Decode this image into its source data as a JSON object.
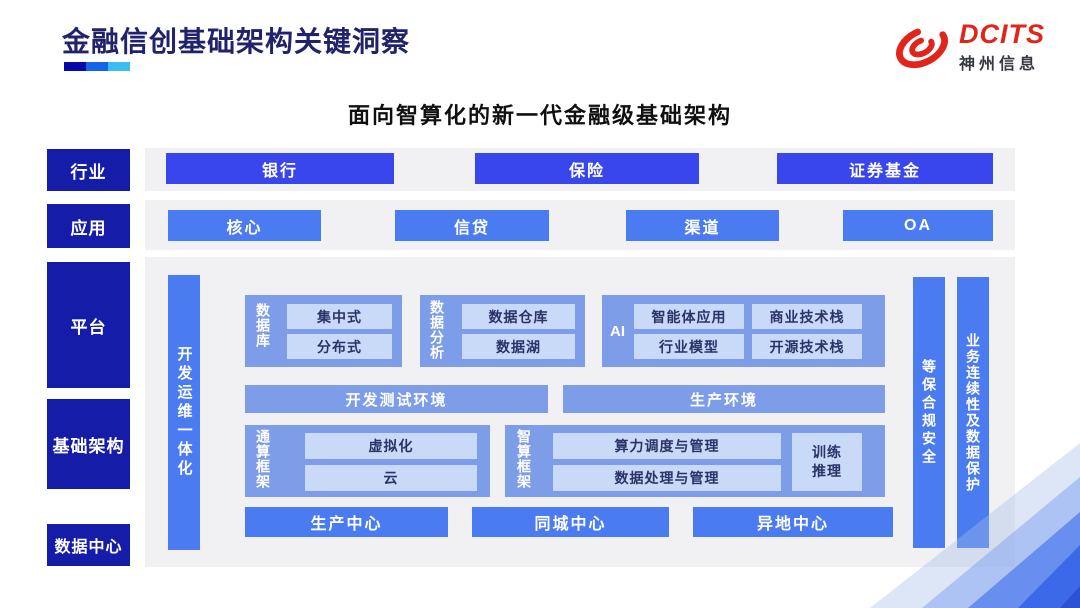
{
  "header": {
    "title": "金融信创基础架构关键洞察",
    "logo": {
      "brand": "DCITS",
      "company": "神州信息"
    }
  },
  "subtitle": "面向智算化的新一代金融级基础架构",
  "left_labels": {
    "industry": "行业",
    "application": "应用",
    "platform": "平台",
    "infrastructure": "基础架构",
    "datacenter": "数据中心"
  },
  "industry_row": {
    "items": [
      "银行",
      "保险",
      "证券基金"
    ]
  },
  "application_row": {
    "items": [
      "核心",
      "信贷",
      "渠道",
      "OA"
    ]
  },
  "platform": {
    "devops_bar": "开发运维一体化",
    "database_group": {
      "label": "数据库",
      "items": [
        "集中式",
        "分布式"
      ]
    },
    "analytics_group": {
      "label": "数据分析",
      "items": [
        "数据仓库",
        "数据湖"
      ]
    },
    "ai_group": {
      "label": "AI",
      "items": [
        "智能体应用",
        "商业技术栈",
        "行业模型",
        "开源技术栈"
      ]
    },
    "env_row": {
      "dev_test": "开发测试环境",
      "production": "生产环境"
    }
  },
  "infrastructure": {
    "general_group": {
      "label": "通算框架",
      "items": [
        "虚拟化",
        "云"
      ]
    },
    "intelligent_group": {
      "label": "智算框架",
      "items": [
        "算力调度与管理",
        "数据处理与管理"
      ],
      "side_lines": [
        "训练",
        "推理"
      ]
    }
  },
  "datacenter_row": {
    "items": [
      "生产中心",
      "同城中心",
      "异地中心"
    ]
  },
  "right_bars": {
    "security": "等保合规安全",
    "continuity": "业务连续性及数据保护"
  },
  "colors": {
    "title_navy": "#20226b",
    "label_navy": "#141ca8",
    "industry_blue": "#3a46ed",
    "app_blue": "#4b7bf0",
    "group_blue": "#7e9de9",
    "inner_light_blue": "#c9d9f8",
    "panel_gray": "#f1f1f3",
    "logo_red": "#e1251b",
    "title_bar_gradient": [
      "#0909a8",
      "#1565e8",
      "#3bbdf2"
    ]
  }
}
